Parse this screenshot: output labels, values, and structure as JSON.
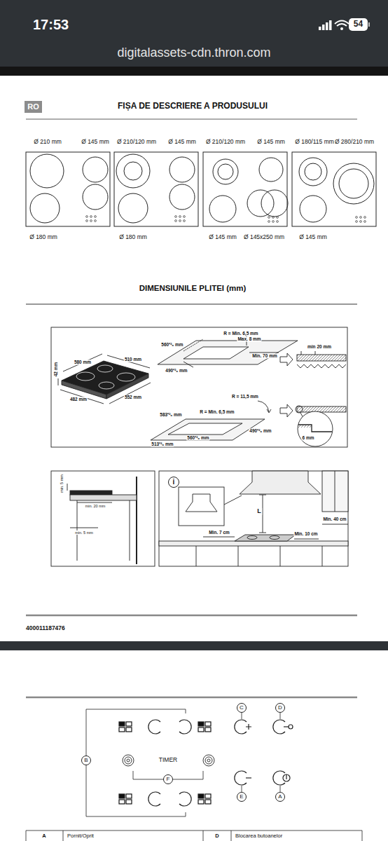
{
  "diagram": {
    "title": "FIȘA DE DESCRIERE A PRODUSULUI",
    "nodes": [
      {
        "text": [
          "RO"
        ]
      },
      {
        "text": [
          "i"
        ]
      },
      {
        "text": [
          "C"
        ]
      },
      {
        "text": [
          "D"
        ]
      },
      {
        "text": [
          "B"
        ]
      },
      {
        "text": [
          "F"
        ]
      },
      {
        "text": [
          "E"
        ]
      },
      {
        "text": [
          "A"
        ]
      }
    ],
    "labels": [
      "17:53",
      "54",
      "digitalassets-cdn.thron.com",
      "Ø 210 mm",
      "Ø 145 mm",
      "Ø 180 mm",
      "Ø 210/120 mm",
      "Ø 145 mm",
      "Ø 180 mm",
      "Ø 210/120 mm",
      "Ø 145 mm",
      "Ø 145 mm",
      "Ø 145x250 mm",
      "Ø 180/115 mm",
      "Ø 280/210 mm",
      "Ø 145 mm",
      "DIMENSIUNILE PLITEI (mm)",
      "42 mm",
      "580 mm",
      "510 mm",
      "482 mm",
      "552 mm",
      "560⁺²₀ mm",
      "R = Min. 6,5 mm",
      "Max. 8 mm",
      "Min. 70 mm",
      "490⁺²₀ mm",
      "min 20 mm",
      "R = 11,5 mm",
      "583⁺²₀ mm",
      "R = Min. 6,5 mm",
      "560⁺²₀ mm",
      "490⁺²₀ mm",
      "513⁺²₀ mm",
      "6 mm",
      "min. 5 mm",
      "min. 20 mm",
      "min. 5 mm",
      "L",
      "Min. 40 cm",
      "Min. 10 cm",
      "Min. 7 cm",
      "400011187476",
      "TIMER",
      "A",
      "Pornit/Oprit",
      "D",
      "Blocarea butoanelor"
    ]
  }
}
